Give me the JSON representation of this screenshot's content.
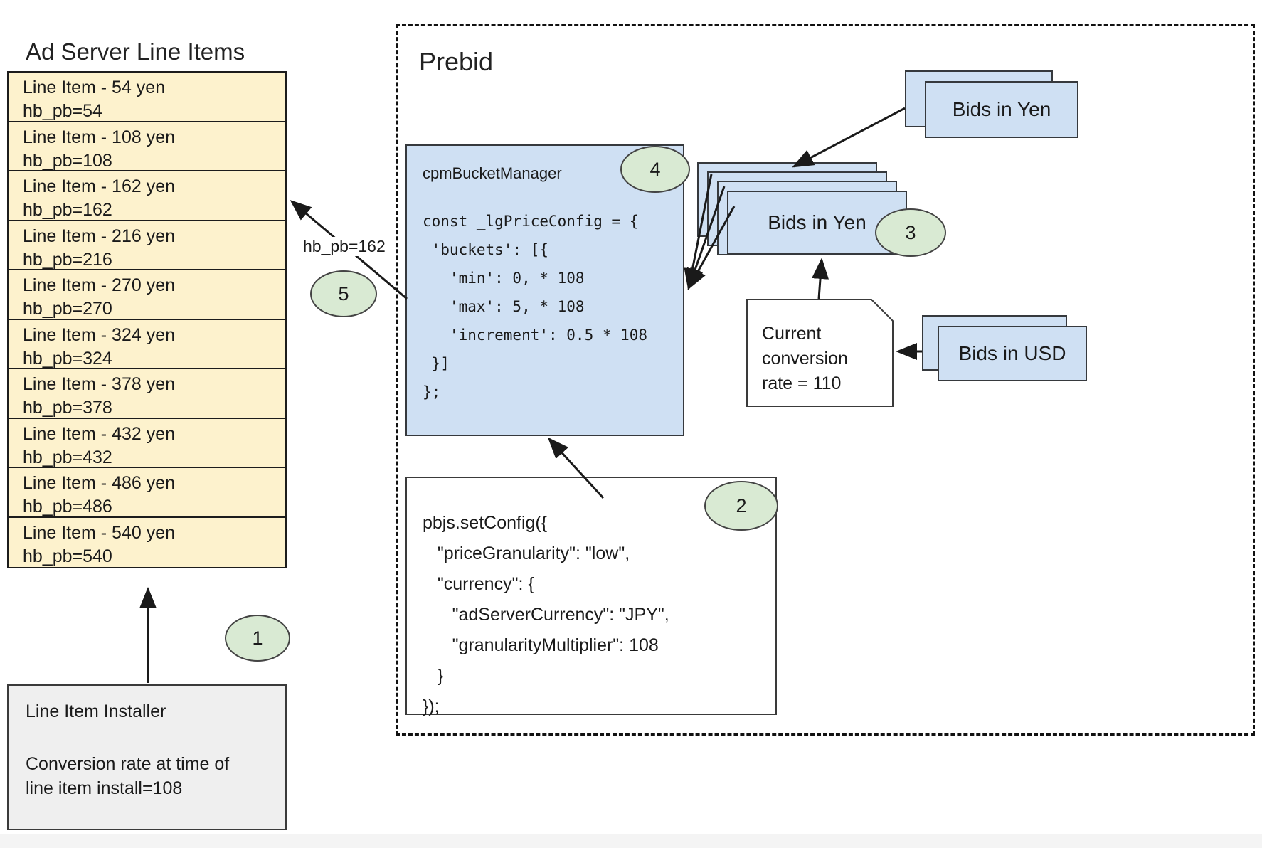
{
  "left": {
    "title": "Ad Server Line Items",
    "line_items": [
      {
        "name": "Line Item - 54 yen",
        "key": "hb_pb=54"
      },
      {
        "name": "Line Item - 108 yen",
        "key": "hb_pb=108"
      },
      {
        "name": "Line Item - 162 yen",
        "key": "hb_pb=162"
      },
      {
        "name": "Line Item - 216 yen",
        "key": "hb_pb=216"
      },
      {
        "name": "Line Item - 270 yen",
        "key": "hb_pb=270"
      },
      {
        "name": "Line Item - 324 yen",
        "key": "hb_pb=324"
      },
      {
        "name": "Line Item - 378 yen",
        "key": "hb_pb=378"
      },
      {
        "name": "Line Item - 432 yen",
        "key": "hb_pb=432"
      },
      {
        "name": "Line Item - 486 yen",
        "key": "hb_pb=486"
      },
      {
        "name": "Line Item - 540 yen",
        "key": "hb_pb=540"
      }
    ],
    "installer": {
      "title": "Line Item Installer",
      "note": "Conversion rate at time of\nline item install=108"
    }
  },
  "prebid": {
    "title": "Prebid",
    "cpm_bucket_manager": {
      "label": "cpmBucketManager",
      "code": "const _lgPriceConfig = {\n 'buckets': [{\n   'min': 0, * 108\n   'max': 5, * 108\n   'increment': 0.5 * 108\n }]\n};"
    },
    "set_config": {
      "code": "pbjs.setConfig({\n   \"priceGranularity\": \"low\",\n   \"currency\": {\n      \"adServerCurrency\": \"JPY\",\n      \"granularityMultiplier\": 108\n   }\n});"
    }
  },
  "cards": {
    "bids_yen_top": "Bids in Yen",
    "bids_yen_mid": "Bids in Yen",
    "bids_usd": "Bids in USD"
  },
  "conversion_note": {
    "text": "Current\nconversion\nrate = 110"
  },
  "badges": {
    "one": "1",
    "two": "2",
    "three": "3",
    "four": "4",
    "five": "5"
  },
  "edge_labels": {
    "hb_pb_162": "hb_pb=162"
  },
  "colors": {
    "line_item_fill": "#fdf2cd",
    "blue_fill": "#cfe0f3",
    "gray_fill": "#efefef",
    "badge_fill": "#d9ead3",
    "stroke": "#36393d"
  }
}
